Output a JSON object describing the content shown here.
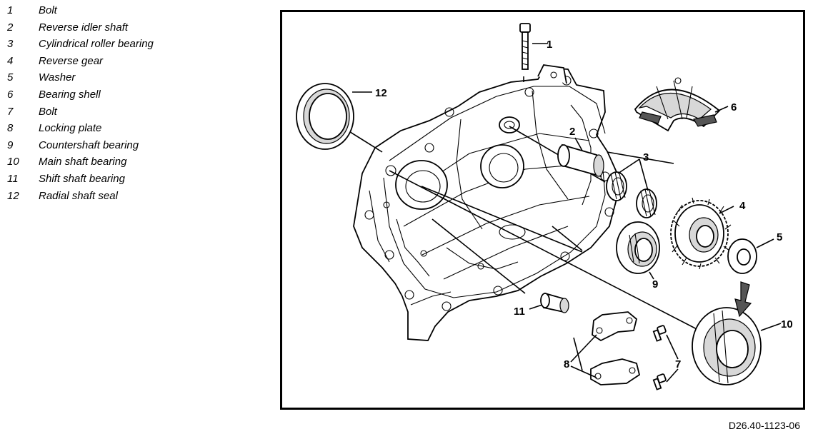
{
  "legend": [
    {
      "num": "1",
      "label": "Bolt"
    },
    {
      "num": "2",
      "label": "Reverse idler shaft"
    },
    {
      "num": "3",
      "label": "Cylindrical roller bearing"
    },
    {
      "num": "4",
      "label": "Reverse gear"
    },
    {
      "num": "5",
      "label": "Washer"
    },
    {
      "num": "6",
      "label": "Bearing shell"
    },
    {
      "num": "7",
      "label": "Bolt"
    },
    {
      "num": "8",
      "label": "Locking plate"
    },
    {
      "num": "9",
      "label": "Countershaft bearing"
    },
    {
      "num": "10",
      "label": "Main shaft bearing"
    },
    {
      "num": "11",
      "label": "Shift shaft bearing"
    },
    {
      "num": "12",
      "label": "Radial shaft seal"
    }
  ],
  "callouts": {
    "c1": "1",
    "c2": "2",
    "c3": "3",
    "c4": "4",
    "c5": "5",
    "c6": "6",
    "c7": "7",
    "c8": "8",
    "c9": "9",
    "c10": "10",
    "c11": "11",
    "c12": "12"
  },
  "figure_id": "D26.40-1123-06"
}
